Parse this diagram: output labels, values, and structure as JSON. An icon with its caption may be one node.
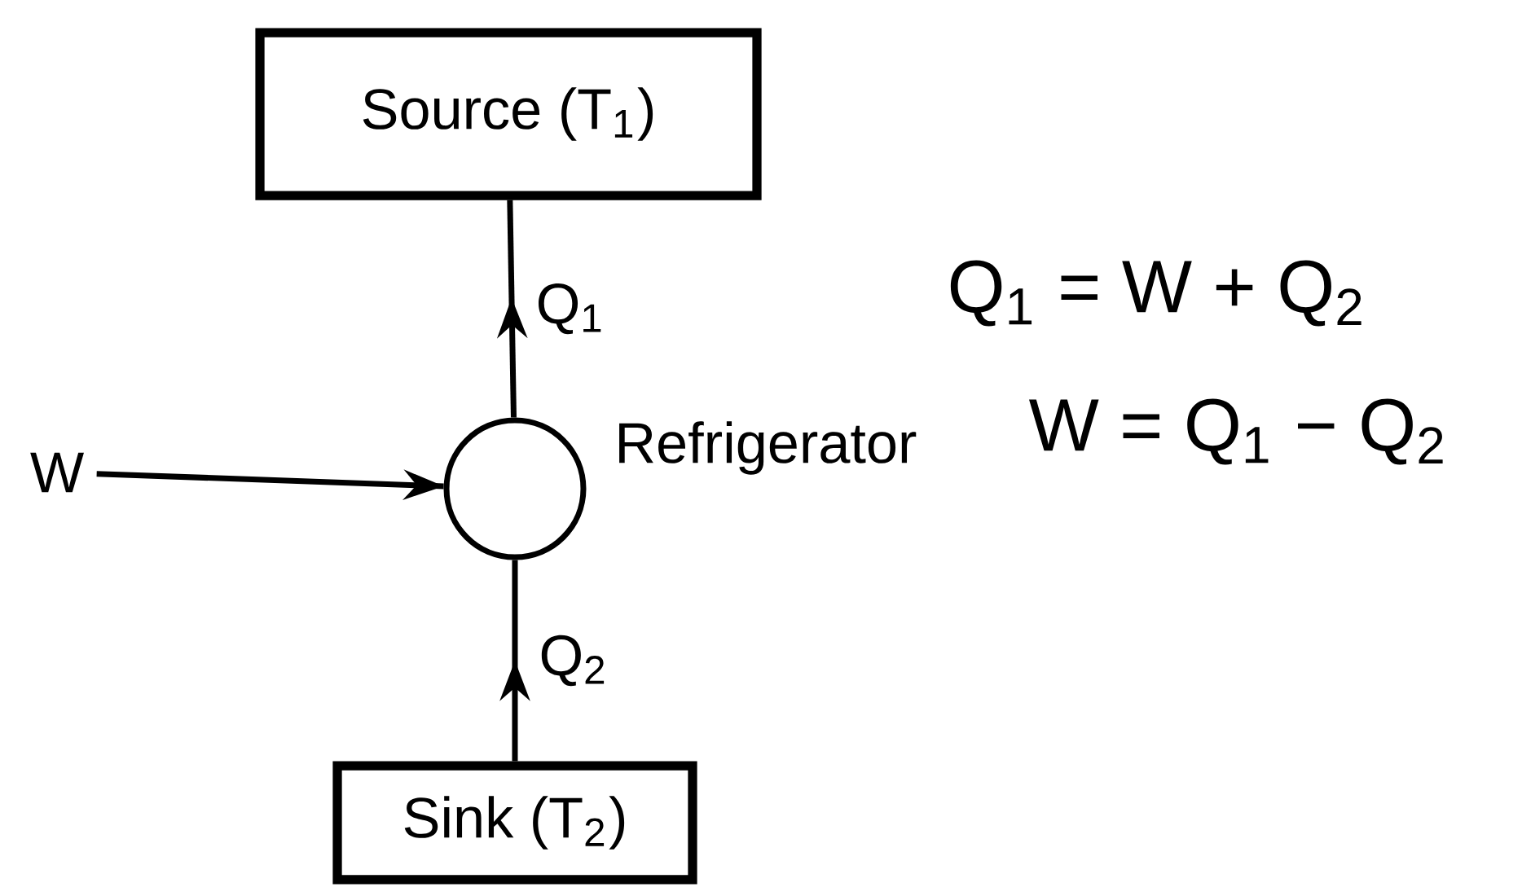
{
  "diagram": {
    "nodes": [
      {
        "text": [
          "Source (T$_{1}$)"
        ]
      },
      {
        "text": [],
        "shape": "circle",
        "beside": [
          "Refrigerator"
        ]
      },
      {
        "text": [
          "Sink (T$_{2}$)"
        ]
      },
      {
        "text": [
          "W"
        ]
      }
    ],
    "edges": [
      {
        "from": 1,
        "to": 0,
        "arrow": "to",
        "label": "Q$_{1}$"
      },
      {
        "from": 2,
        "to": 1,
        "arrow": "to",
        "label": "Q$_{2}$"
      },
      {
        "from": 3,
        "to": 1,
        "arrow": "to"
      }
    ],
    "labels": [
      "Q$_{1}$ = W + Q$_{2}$",
      "W = Q$_{1}$ − Q$_{2}$"
    ]
  }
}
